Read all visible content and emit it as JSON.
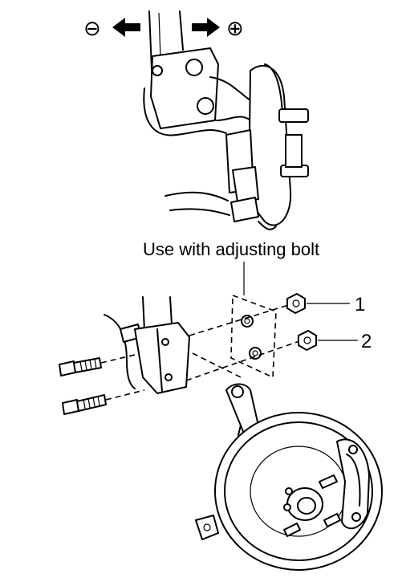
{
  "top_view": {
    "minus_symbol": "⊖",
    "plus_symbol": "⊕",
    "minus_arrow_icon": "arrow-left-icon",
    "plus_arrow_icon": "arrow-right-icon"
  },
  "exploded_view": {
    "caption": "Use with adjusting bolt",
    "callouts": [
      {
        "number": "1"
      },
      {
        "number": "2"
      }
    ]
  }
}
